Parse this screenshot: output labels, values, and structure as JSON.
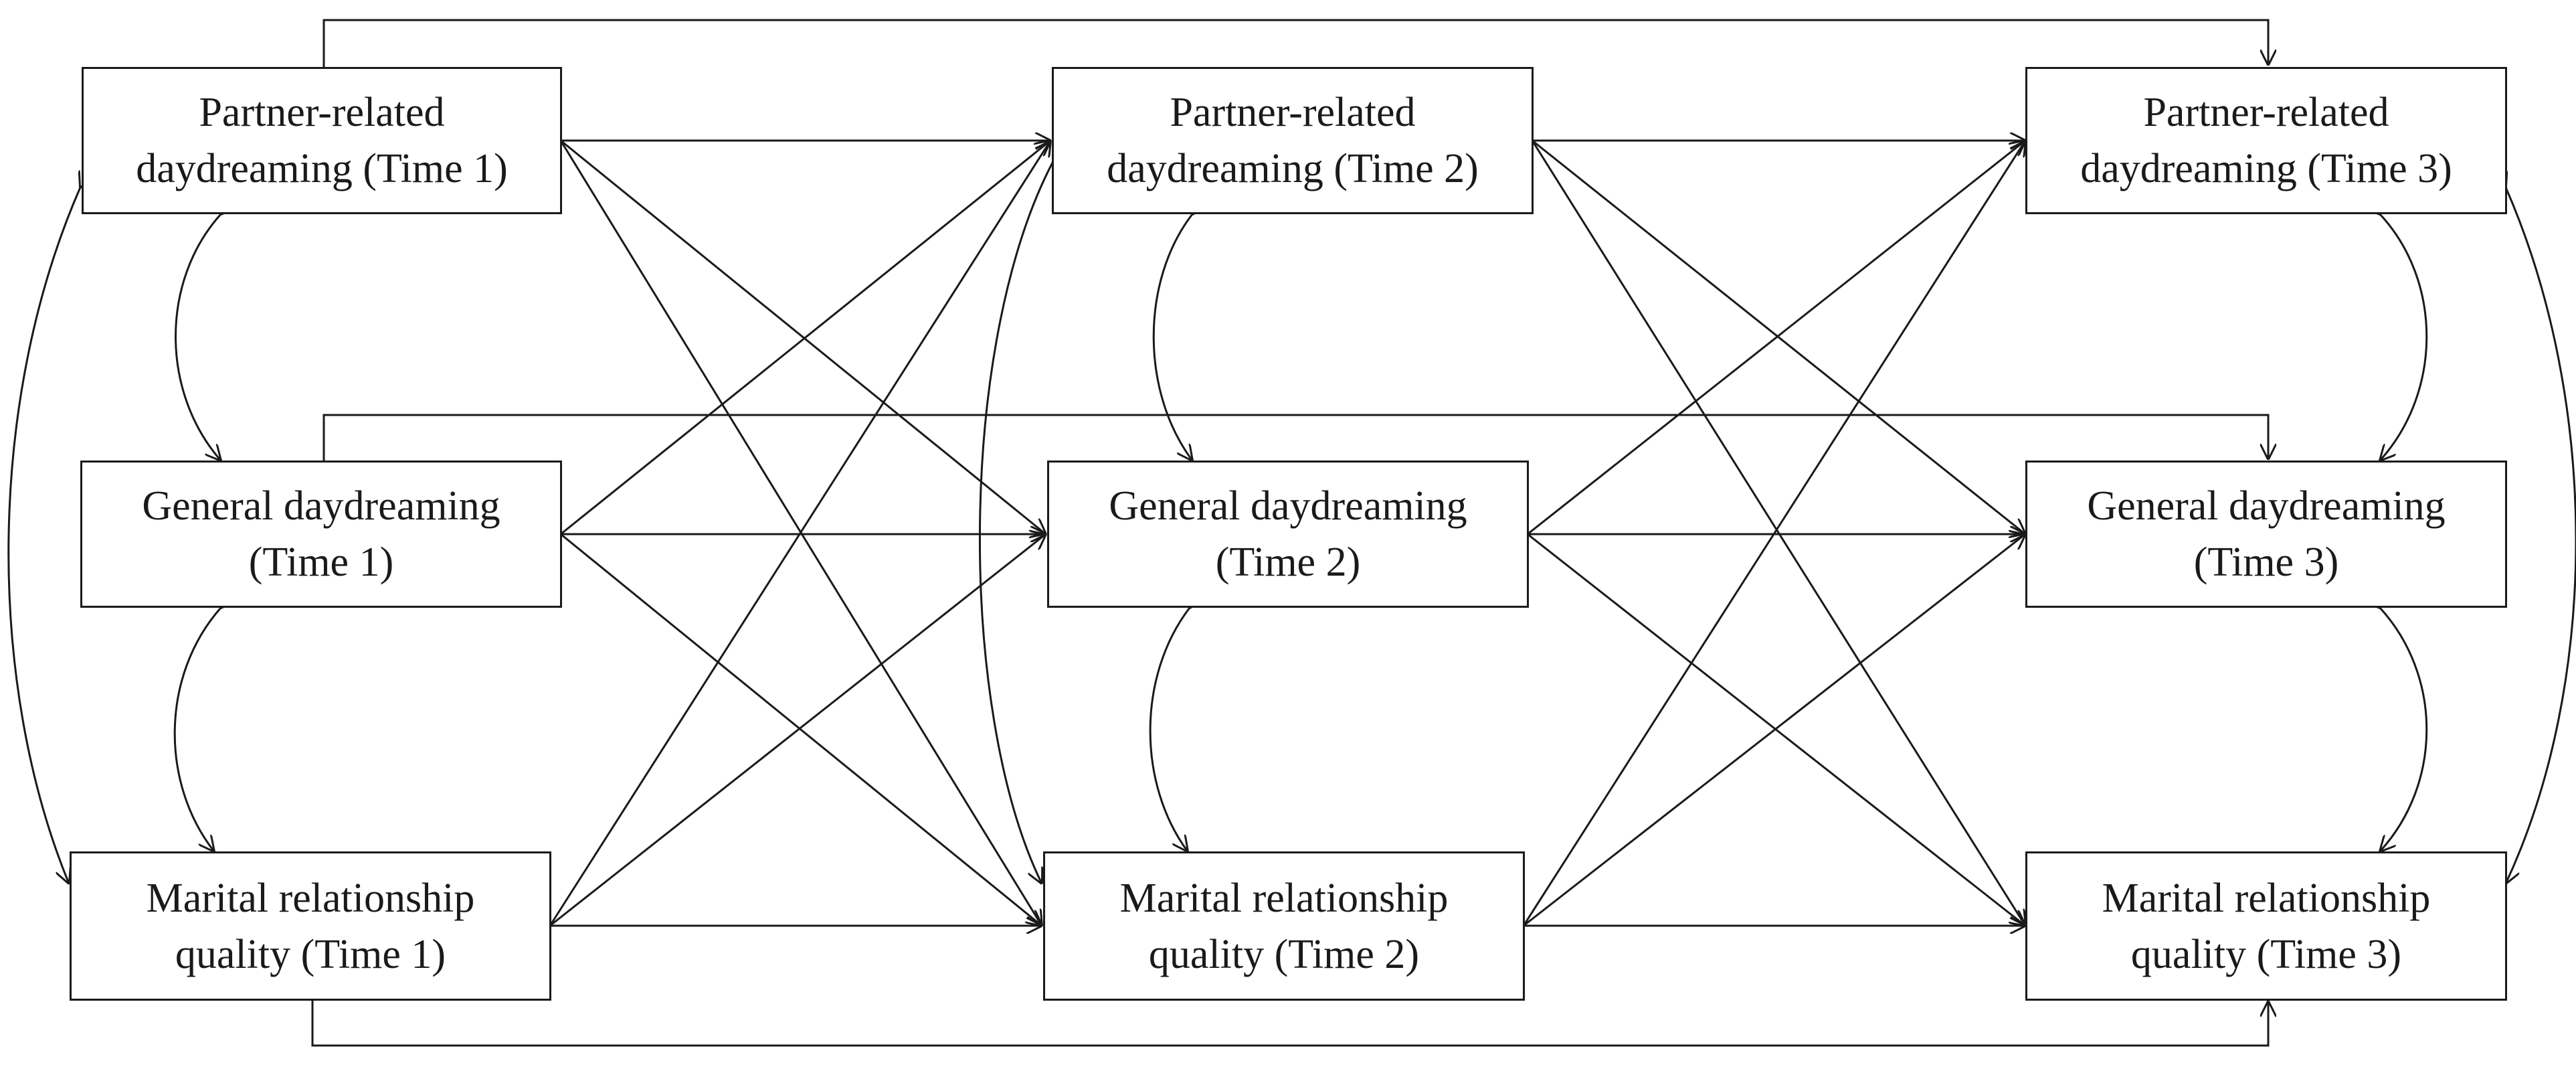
{
  "nodes": {
    "prd1": {
      "line1": "Partner-related",
      "line2": "daydreaming (Time 1)"
    },
    "prd2": {
      "line1": "Partner-related",
      "line2": "daydreaming (Time 2)"
    },
    "prd3": {
      "line1": "Partner-related",
      "line2": "daydreaming (Time 3)"
    },
    "gd1": {
      "line1": "General daydreaming",
      "line2": "(Time 1)"
    },
    "gd2": {
      "line1": "General daydreaming",
      "line2": "(Time 2)"
    },
    "gd3": {
      "line1": "General daydreaming",
      "line2": "(Time 3)"
    },
    "mrq1": {
      "line1": "Marital relationship",
      "line2": "quality  (Time 1)"
    },
    "mrq2": {
      "line1": "Marital relationship",
      "line2": "quality  (Time 2)"
    },
    "mrq3": {
      "line1": "Marital relationship",
      "line2": "quality  (Time 3)"
    }
  }
}
